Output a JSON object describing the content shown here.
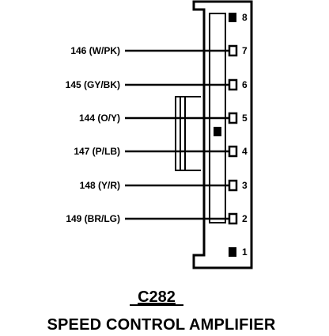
{
  "connector": {
    "id": "C282",
    "name": "SPEED CONTROL AMPLIFIER"
  },
  "pins": [
    {
      "number": "8",
      "wire": "",
      "terminal": "filled"
    },
    {
      "number": "7",
      "wire": "146 (W/PK)",
      "terminal": "open"
    },
    {
      "number": "6",
      "wire": "145 (GY/BK)",
      "terminal": "open"
    },
    {
      "number": "5",
      "wire": "144 (O/Y)",
      "terminal": "open"
    },
    {
      "number": "4",
      "wire": "147 (P/LB)",
      "terminal": "open"
    },
    {
      "number": "3",
      "wire": "148 (Y/R)",
      "terminal": "open"
    },
    {
      "number": "2",
      "wire": "149 (BR/LG)",
      "terminal": "open"
    },
    {
      "number": "1",
      "wire": "",
      "terminal": "filled"
    }
  ],
  "colors": {
    "ink": "#000000",
    "background": "#ffffff"
  }
}
